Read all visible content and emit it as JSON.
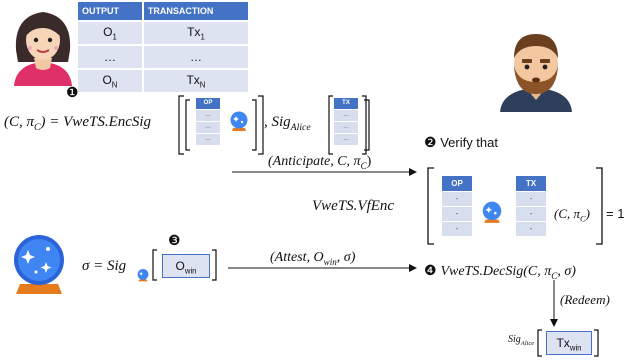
{
  "table": {
    "headers": [
      "OUTPUT",
      "TRANSACTION"
    ],
    "rows": [
      {
        "out": "O",
        "out_sub": "1",
        "tx": "Tx",
        "tx_sub": "1"
      },
      {
        "out": "…",
        "out_sub": "",
        "tx": "…",
        "tx_sub": ""
      },
      {
        "out": "O",
        "out_sub": "N",
        "tx": "Tx",
        "tx_sub": "N"
      }
    ]
  },
  "steps": {
    "s1": "❶",
    "s2": "❷",
    "s3": "❸",
    "s4": "❹"
  },
  "enc": {
    "lhs": "(C, π",
    "lhs_sub": "C",
    "lhs_end": ") = VweTS.EncSig",
    "sig_prefix": ", Sig",
    "sig_sub": "Alice",
    "op_header": "OP",
    "tx_header": "TX",
    "ellipsis": "…"
  },
  "verify": {
    "label": "Verify that",
    "vf": "VweTS.VfEnc",
    "op_header": "OP",
    "tx_header": "TX",
    "dash": "-",
    "args": "(C, π",
    "args_sub": "C",
    "args_end": ")",
    "eq": "= 1"
  },
  "messages": {
    "anticipate": "(Anticipate, C, π",
    "anticipate_sub": "C",
    "attest": "(Attest, O",
    "attest_sub": "win",
    "attest_end": ", σ)",
    "redeem": "(Redeem)"
  },
  "oracle": {
    "sigma": "σ = Sig",
    "o_win": "O",
    "o_win_sub": "win"
  },
  "decsig": {
    "text": "VweTS.DecSig(C, π",
    "sub": "C",
    "end": ", σ)"
  },
  "final": {
    "sig": "Sig",
    "sig_sub": "Alice",
    "tx": "Tx",
    "tx_sub": "win"
  },
  "colors": {
    "header_blue": "#4472c4",
    "cell_blue": "#dde3f0"
  }
}
